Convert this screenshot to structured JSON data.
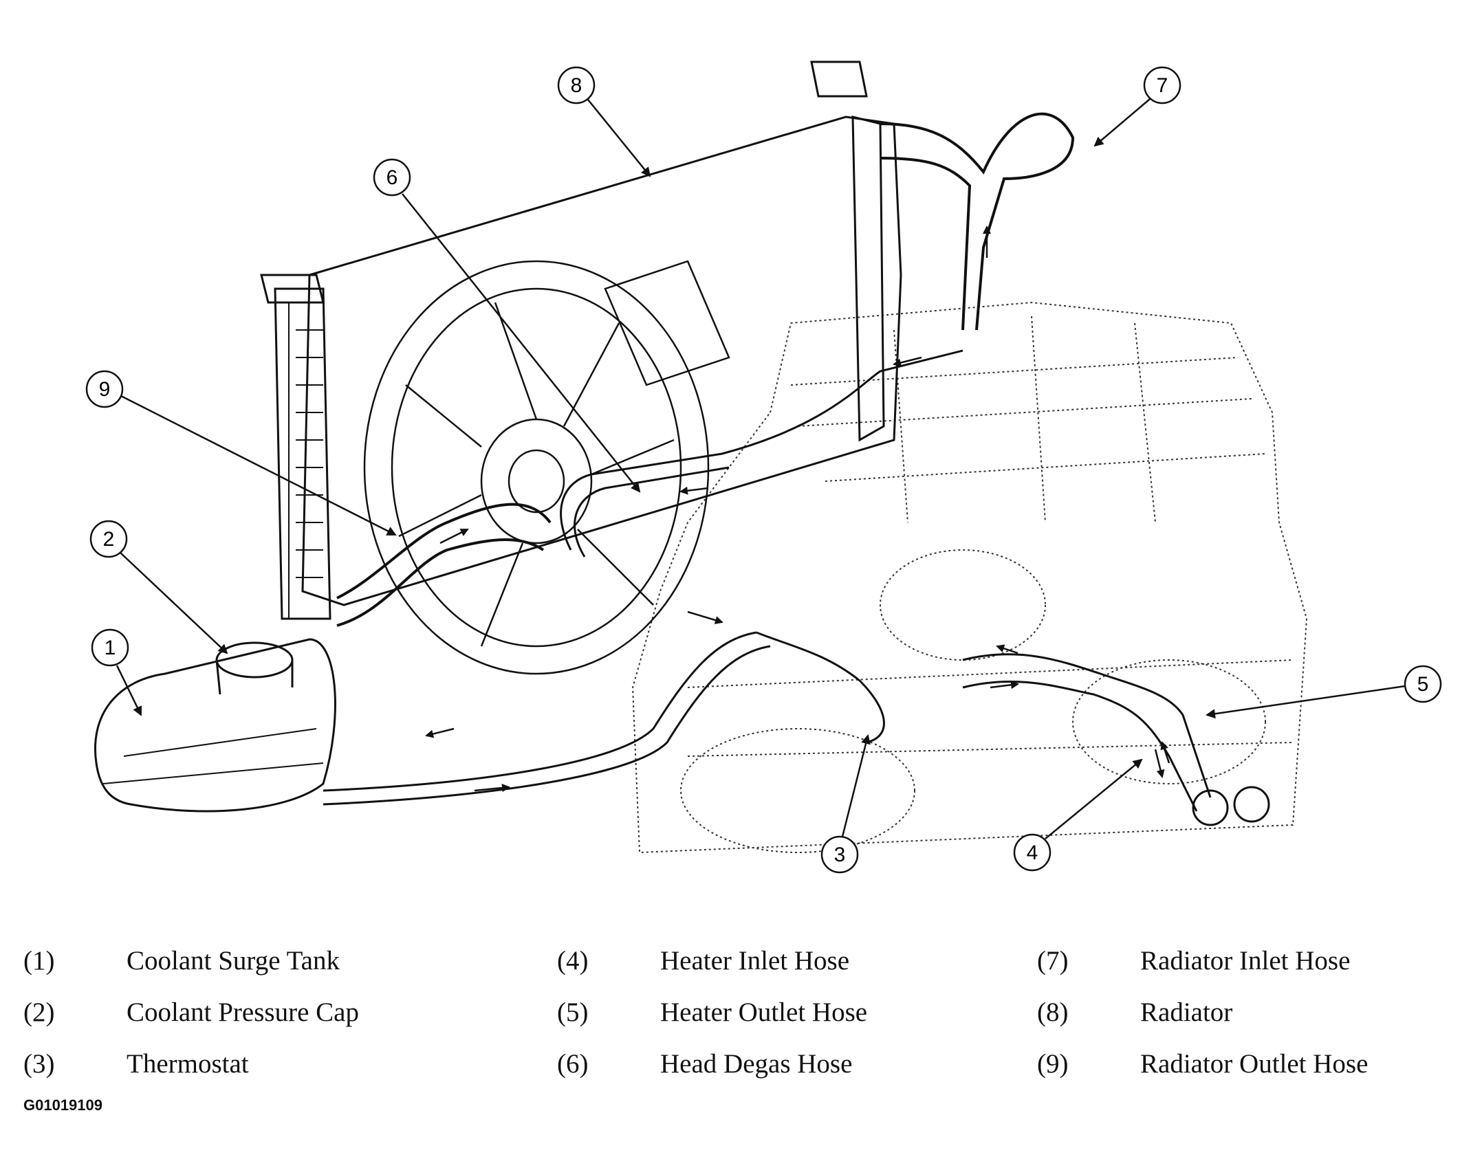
{
  "callouts": [
    {
      "num": "1",
      "label": "Coolant Surge Tank"
    },
    {
      "num": "2",
      "label": "Coolant Pressure Cap"
    },
    {
      "num": "3",
      "label": "Thermostat"
    },
    {
      "num": "4",
      "label": "Heater Inlet Hose"
    },
    {
      "num": "5",
      "label": "Heater Outlet Hose"
    },
    {
      "num": "6",
      "label": "Head Degas Hose"
    },
    {
      "num": "7",
      "label": "Radiator Inlet Hose"
    },
    {
      "num": "8",
      "label": "Radiator"
    },
    {
      "num": "9",
      "label": "Radiator Outlet Hose"
    }
  ],
  "legend": [
    {
      "num": "(1)",
      "label": "Coolant Surge Tank"
    },
    {
      "num": "(2)",
      "label": "Coolant Pressure Cap"
    },
    {
      "num": "(3)",
      "label": "Thermostat"
    },
    {
      "num": "(4)",
      "label": "Heater Inlet Hose"
    },
    {
      "num": "(5)",
      "label": "Heater Outlet Hose"
    },
    {
      "num": "(6)",
      "label": "Head Degas Hose"
    },
    {
      "num": "(7)",
      "label": "Radiator Inlet Hose"
    },
    {
      "num": "(8)",
      "label": "Radiator"
    },
    {
      "num": "(9)",
      "label": "Radiator Outlet Hose"
    }
  ],
  "figure_id": "G01019109"
}
